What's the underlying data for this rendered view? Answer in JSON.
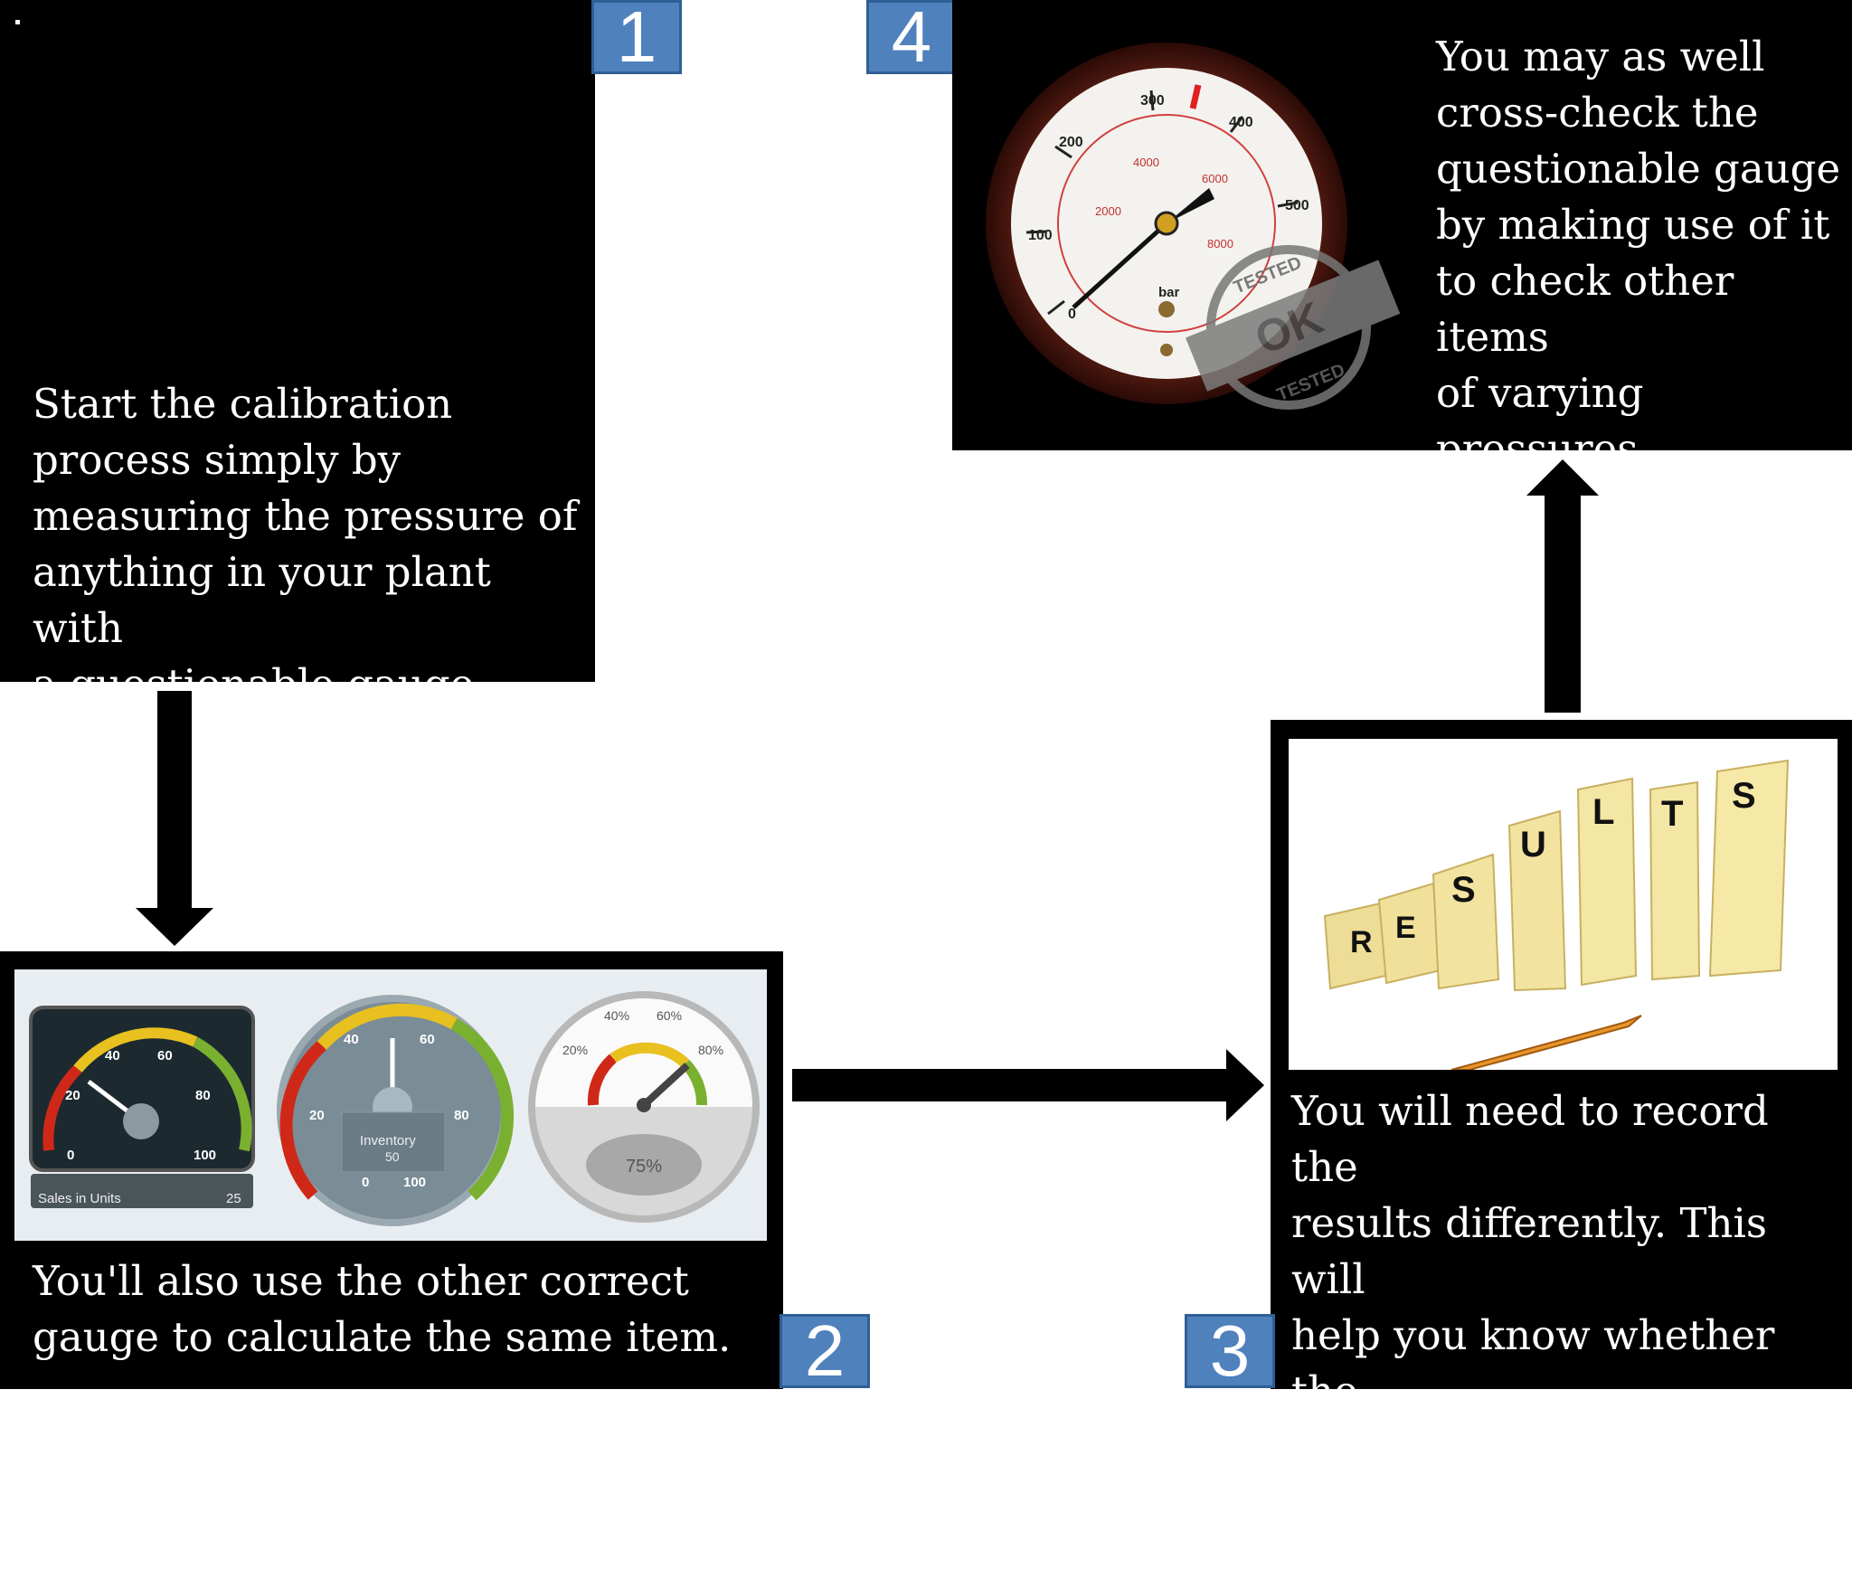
{
  "steps": [
    {
      "number": "1",
      "text": "Start the calibration\nprocess simply by\nmeasuring the pressure of\nanything in your plant with\na questionable gauge."
    },
    {
      "number": "2",
      "text": "You'll also use the other correct\ngauge to calculate the same item."
    },
    {
      "number": "3",
      "text": "You will need to record the\nresults differently. This will\nhelp you know whether the\nquestionable gauge requires\nadjustment or not."
    },
    {
      "number": "4",
      "text": "You may as well\ncross-check the\nquestionable gauge\nby making use of  it\nto check other items\nof  varying pressures\nin the plant."
    }
  ],
  "dashboard_gauges": {
    "gauge_a": {
      "ticks": [
        "0",
        "20",
        "40",
        "60",
        "80",
        "100"
      ],
      "label": "Sales in Units",
      "value": "25"
    },
    "gauge_b": {
      "ticks": [
        "20",
        "40",
        "60",
        "80"
      ],
      "label": "Inventory",
      "value": "50",
      "range_min": "0",
      "range_max": "100"
    },
    "gauge_c": {
      "ticks": [
        "20%",
        "40%",
        "60%",
        "80%"
      ],
      "value": "75%"
    }
  },
  "pressure_gauge": {
    "outer_ticks": [
      "0",
      "100",
      "200",
      "300",
      "400",
      "500"
    ],
    "inner_ticks": [
      "2000",
      "4000",
      "6000",
      "8000"
    ],
    "unit": "bar",
    "stamp_top": "TESTED",
    "stamp_mid": "OK",
    "stamp_bottom": "TESTED"
  },
  "results_word": [
    "R",
    "E",
    "S",
    "U",
    "L",
    "T",
    "S"
  ],
  "colors": {
    "badge": "#4f81bd",
    "panel": "#000000",
    "arrow": "#000000"
  }
}
